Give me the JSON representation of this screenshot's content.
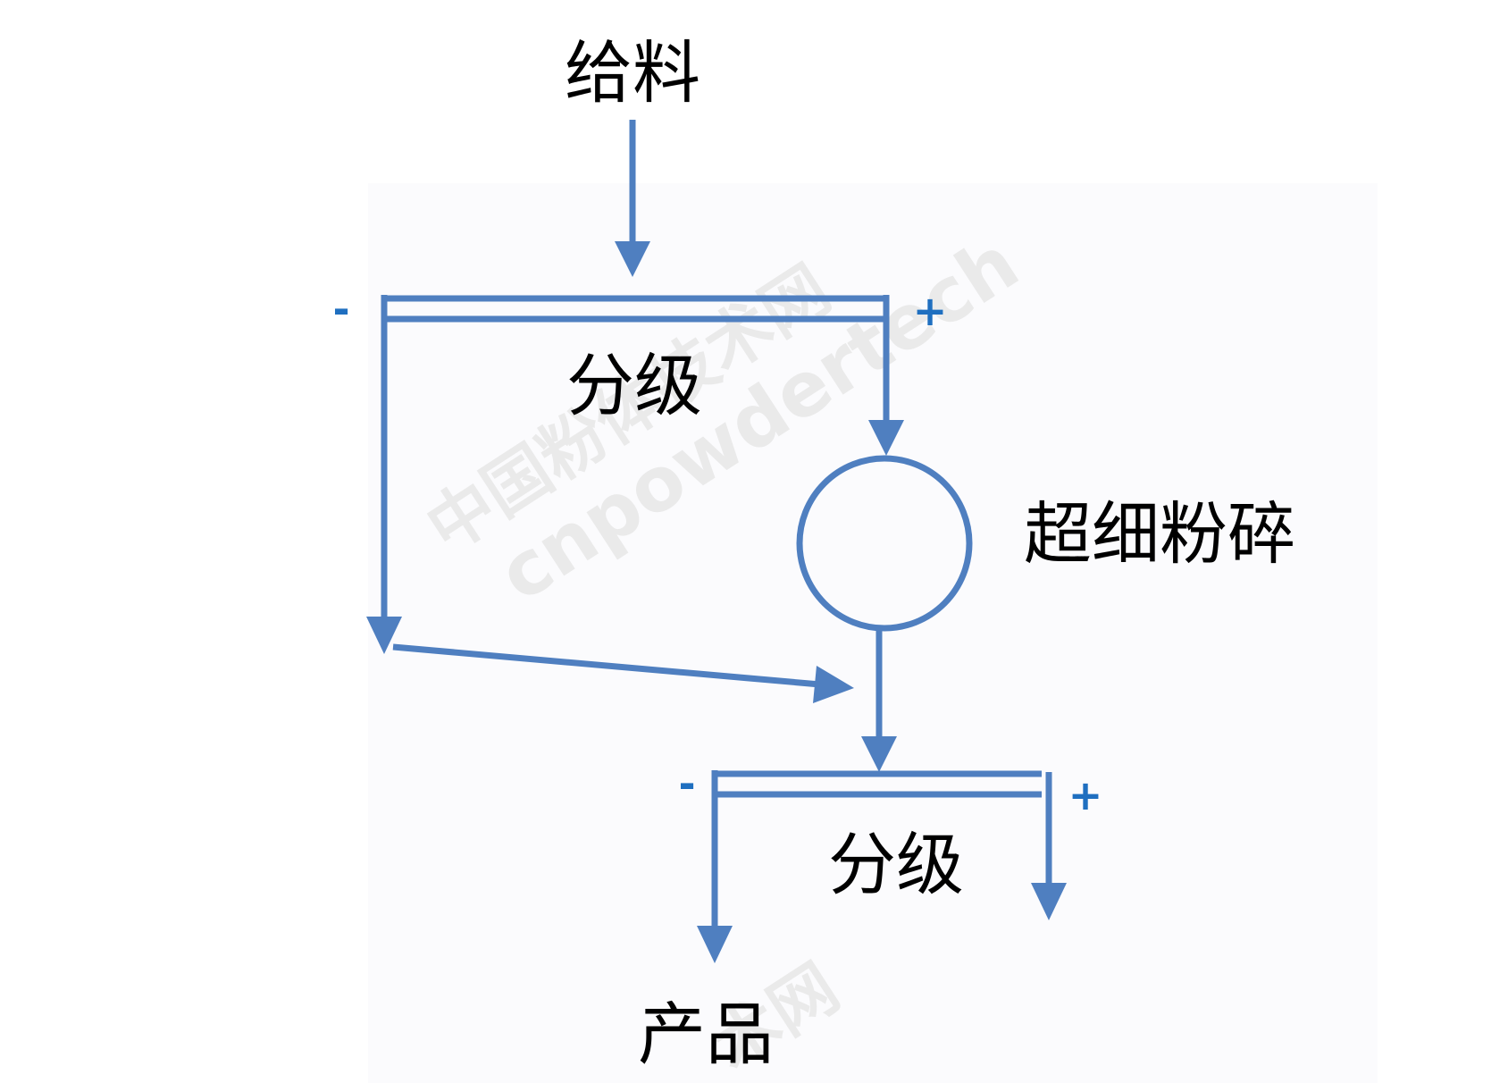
{
  "diagram": {
    "feed_label": "给料",
    "classify_top_label": "分级",
    "grinding_label": "超细粉碎",
    "classify_bottom_label": "分级",
    "product_label": "产品",
    "top_minus_sign": "-",
    "top_plus_sign": "+",
    "bottom_minus_sign": "-",
    "bottom_plus_sign": "+"
  },
  "watermark": {
    "line1": "中国粉体技术网",
    "line2": "cnpowdertech",
    "fragment": "术网"
  },
  "colors": {
    "line": "#4f7fc0",
    "sign": "#1f6fc0",
    "text": "#000000"
  }
}
